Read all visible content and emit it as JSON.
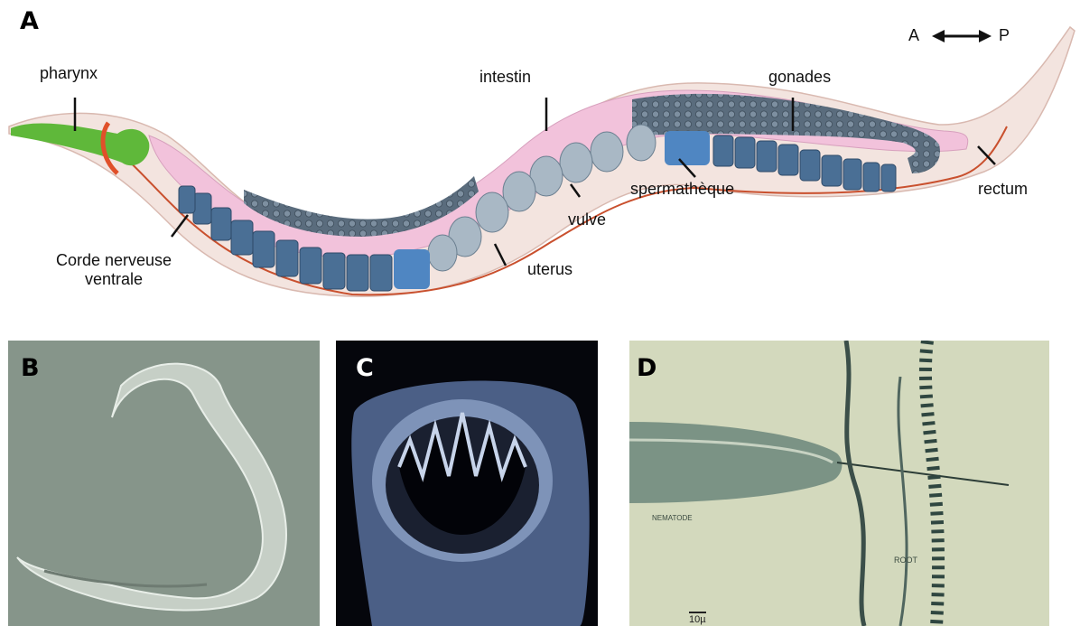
{
  "panels": {
    "a": {
      "letter": "A"
    },
    "b": {
      "letter": "B"
    },
    "c": {
      "letter": "C"
    },
    "d": {
      "letter": "D",
      "photo_text": {
        "nematode": "NEMATODE",
        "root": "ROOT",
        "scale": "10µ"
      }
    }
  },
  "orientation": {
    "a": "A",
    "p": "P"
  },
  "labels": {
    "pharynx": "pharynx",
    "intestin": "intestin",
    "gonades": "gonades",
    "spermatheque": "spermathèque",
    "rectum": "rectum",
    "vulve": "vulve",
    "uterus": "uterus",
    "corde_line1": "Corde nerveuse",
    "corde_line2": "ventrale"
  },
  "colors": {
    "pharynx": "#5fb83a",
    "nerve_ring": "#e0502a",
    "intestine": "#f0bfd8",
    "gonad": "#5d6f80",
    "oocyte": "#4a6f95",
    "spermatheca": "#4f86c2",
    "embryo": "#a9b8c5",
    "panel_b_bg": "#86958a",
    "panel_c_bg": "#05060c",
    "panel_d_bg": "#d3d9bd"
  }
}
